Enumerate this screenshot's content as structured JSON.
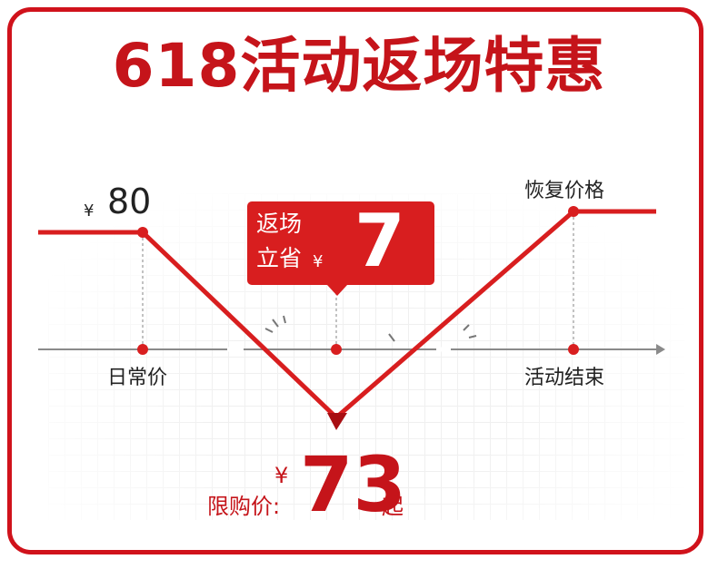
{
  "title": "618活动返场特惠",
  "graph": {
    "daily_price_yen": "¥",
    "daily_price_value": "80",
    "label_daily": "日常价",
    "label_restore": "恢复价格",
    "label_event_end": "活动结束"
  },
  "badge": {
    "line1": "返场",
    "line2": "立省",
    "yen": "¥",
    "value": "7"
  },
  "limited": {
    "label": "限购价:",
    "yen": "¥",
    "value": "73",
    "suffix": "起"
  },
  "colors": {
    "brand_red": "#c5141a",
    "line_red": "#d81e1f",
    "axis_gray": "#8a8a8a"
  }
}
